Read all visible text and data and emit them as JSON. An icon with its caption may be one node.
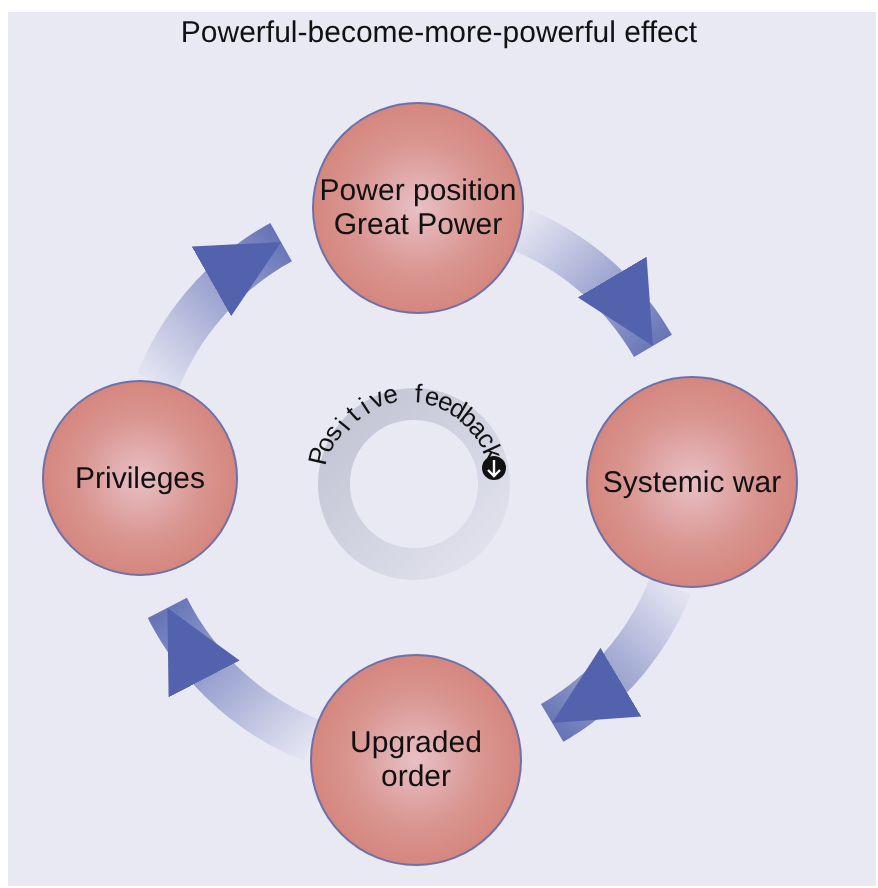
{
  "diagram": {
    "title": "Powerful-become-more-powerful effect",
    "nodes": [
      {
        "text": [
          "Power position Great Power"
        ]
      },
      {
        "text": [
          "Systemic war"
        ]
      },
      {
        "text": [
          "Upgraded order"
        ]
      },
      {
        "text": [
          "Privileges"
        ]
      }
    ],
    "edges": [
      {
        "from": 0,
        "to": 1,
        "arrow": "to"
      },
      {
        "from": 1,
        "to": 2,
        "arrow": "to"
      },
      {
        "from": 2,
        "to": 3,
        "arrow": "to"
      },
      {
        "from": 3,
        "to": 0,
        "arrow": "to"
      }
    ],
    "labels": [
      "Positive feedback"
    ]
  }
}
